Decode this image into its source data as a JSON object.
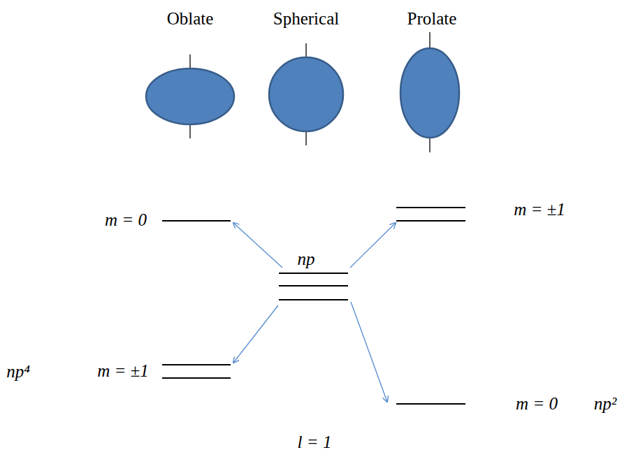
{
  "diagram": {
    "labels": [
      "Oblate",
      "Spherical",
      "Prolate",
      "m = 0",
      "m = ±1",
      "np",
      "np⁴",
      "m = ±1",
      "m = 0",
      "np²",
      "l = 1"
    ]
  }
}
